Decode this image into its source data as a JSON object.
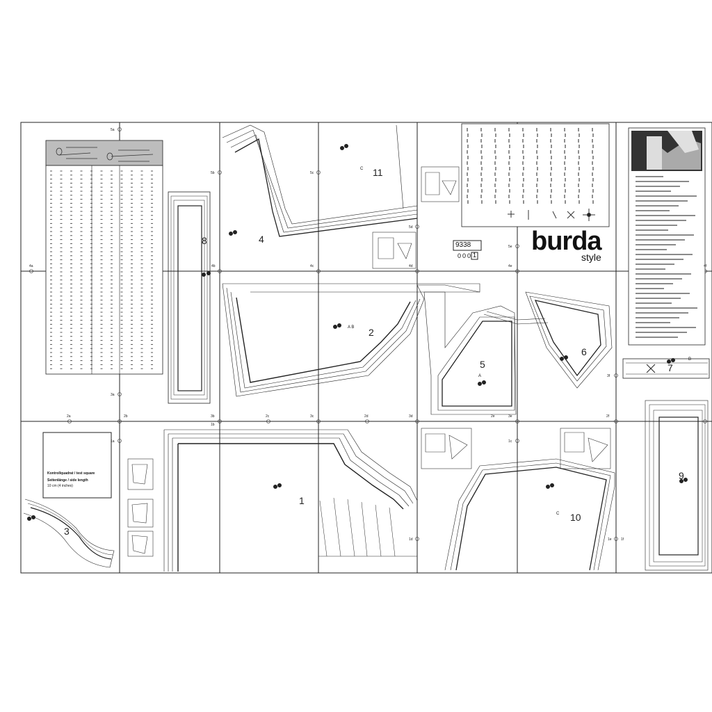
{
  "pattern": {
    "number": "9338",
    "sheet_code": "000",
    "sheet_index": "1",
    "brand": "burda",
    "brand_sub": "style"
  },
  "test_square": {
    "title": "Kontrollquadrat / test square",
    "subtitle": "Seitenlänge / side length",
    "size": "10 cm (4 inches)"
  },
  "piece_numbers": {
    "p1": "1",
    "p2": "2",
    "p3": "3",
    "p4": "4",
    "p5": "5",
    "p6": "6",
    "p7": "7",
    "p8": "8",
    "p9": "9",
    "p10": "10",
    "p11": "11"
  },
  "piece_letters": {
    "p2": "A B",
    "p5": "A",
    "p7": "B",
    "p10": "C",
    "p11": "C"
  },
  "grid_markers": {
    "r5a": "5a",
    "r5b": "5b",
    "r5c": "5c",
    "r5d": "5d",
    "r5e": "5e",
    "r4a": "4a",
    "r4b": "4b",
    "r4c": "4c",
    "r4d": "4d",
    "r4e": "4e",
    "r4f": "4f",
    "r3a": "3a",
    "r3b": "3b",
    "r3c": "3c",
    "r3d": "3d",
    "r3e": "3e",
    "r3f": "3f",
    "r2a": "2a",
    "r2b": "2b",
    "r2c": "2c",
    "r2d": "2d",
    "r2e": "2e",
    "r2f": "2f",
    "r1a": "1a",
    "r1b": "1b",
    "r1c": "1c",
    "r1d": "1d",
    "r1e": "1e",
    "r1f": "1f"
  }
}
